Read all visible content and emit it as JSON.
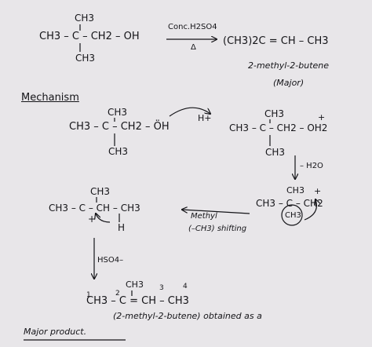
{
  "reaction": {
    "top_ch3": "CH3",
    "reactant_main": "CH3 – C – CH2 – OH",
    "bottom_ch3": "CH3",
    "reagent_top": "Conc.H2SO4",
    "reagent_bottom": "Δ",
    "product": "(CH3)2C = CH – CH3",
    "product_name": "2-methyl-2-butene",
    "product_note": "(Major)"
  },
  "mechanism": {
    "heading": "Mechanism",
    "step1": {
      "top_ch3": "CH3",
      "main": "CH3 – C – CH2 – ÖH",
      "bottom_ch3": "CH3",
      "reagent": "H+",
      "prod_top": "CH3",
      "prod_main": "CH3 – C – CH2 – OH2",
      "prod_charge": "+",
      "prod_bottom": "CH3"
    },
    "step2": {
      "reagent": "– H2O",
      "top": "CH3",
      "charge": "+",
      "main": "CH3 – C – CH2",
      "circled_group": "CH3"
    },
    "step3": {
      "shift_line1": "Methyl",
      "shift_line2": "(–CH3) shifting",
      "top_ch3": "CH3",
      "main": "CH3 – C – CH – CH3",
      "plus": "+",
      "h": "H"
    },
    "step4": {
      "reagent": "HSO4–",
      "locant1": "1",
      "locant2": "2",
      "locant3": "3",
      "locant4": "4",
      "top_ch3": "CH3",
      "main": "CH3 – C = CH – CH3",
      "name_line": "(2-methyl-2-butene) obtained as a",
      "final_line": "Major product."
    }
  }
}
